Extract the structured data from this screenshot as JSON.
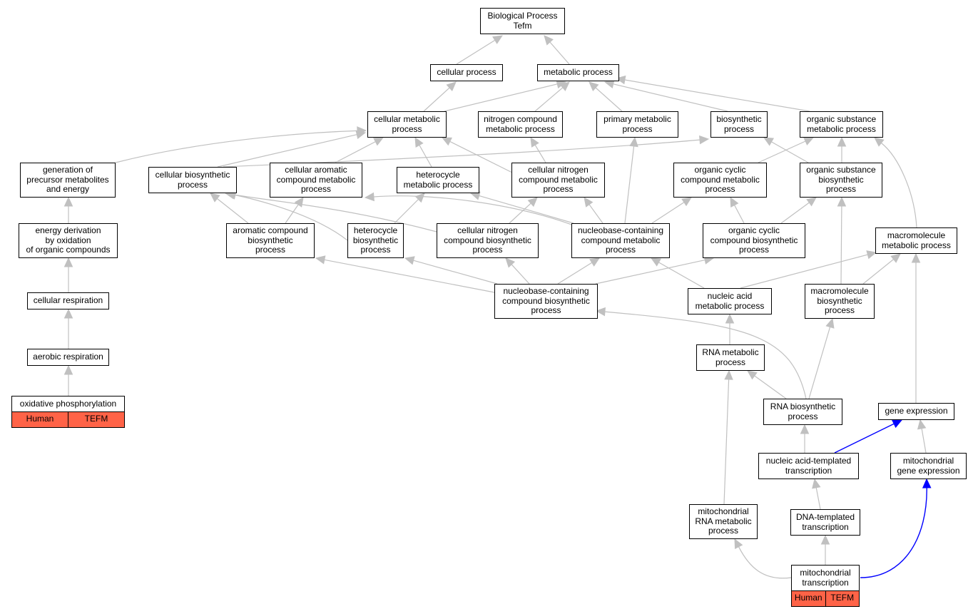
{
  "colors": {
    "edge": "#c0c0c0",
    "highlight_edge": "#0000ff",
    "tag_fill": "#ff6347",
    "node_border": "#000000"
  },
  "nodes": {
    "root": "Biological Process\nTefm",
    "cellular_process": "cellular process",
    "metabolic_process": "metabolic process",
    "cellular_metabolic_process": "cellular metabolic\nprocess",
    "nitrogen_compound_metabolic_process": "nitrogen compound\nmetabolic process",
    "primary_metabolic_process": "primary metabolic\nprocess",
    "biosynthetic_process": "biosynthetic\nprocess",
    "organic_substance_metabolic_process": "organic substance\nmetabolic process",
    "generation_of_precursor": "generation of\nprecursor metabolites\nand energy",
    "cellular_biosynthetic_process": "cellular biosynthetic\nprocess",
    "cellular_aromatic_compound_metabolic_process": "cellular aromatic\ncompound metabolic\nprocess",
    "heterocycle_metabolic_process": "heterocycle\nmetabolic process",
    "cellular_nitrogen_compound_metabolic_process": "cellular nitrogen\ncompound metabolic\nprocess",
    "organic_cyclic_compound_metabolic_process": "organic cyclic\ncompound metabolic\nprocess",
    "organic_substance_biosynthetic_process": "organic substance\nbiosynthetic\nprocess",
    "energy_derivation": "energy derivation\nby oxidation\nof organic compounds",
    "aromatic_compound_biosynthetic_process": "aromatic compound\nbiosynthetic\nprocess",
    "heterocycle_biosynthetic_process": "heterocycle\nbiosynthetic\nprocess",
    "cellular_nitrogen_compound_biosynthetic_process": "cellular nitrogen\ncompound biosynthetic\nprocess",
    "nucleobase_compound_metabolic_process": "nucleobase-containing\ncompound metabolic\nprocess",
    "organic_cyclic_compound_biosynthetic_process": "organic cyclic\ncompound biosynthetic\nprocess",
    "macromolecule_metabolic_process": "macromolecule\nmetabolic process",
    "cellular_respiration": "cellular respiration",
    "nucleobase_compound_biosynthetic_process": "nucleobase-containing\ncompound biosynthetic\nprocess",
    "nucleic_acid_metabolic_process": "nucleic acid\nmetabolic process",
    "macromolecule_biosynthetic_process": "macromolecule\nbiosynthetic\nprocess",
    "aerobic_respiration": "aerobic respiration",
    "rna_metabolic_process": "RNA metabolic\nprocess",
    "oxidative_phosphorylation": "oxidative phosphorylation",
    "rna_biosynthetic_process": "RNA biosynthetic\nprocess",
    "gene_expression": "gene expression",
    "nucleic_acid_templated_transcription": "nucleic acid-templated\ntranscription",
    "mitochondrial_gene_expression": "mitochondrial\ngene expression",
    "mitochondrial_rna_metabolic_process": "mitochondrial\nRNA metabolic\nprocess",
    "dna_templated_transcription": "DNA-templated\ntranscription",
    "mitochondrial_transcription": "mitochondrial\ntranscription"
  },
  "tags": {
    "oxidative_phosphorylation": [
      "Human",
      "TEFM"
    ],
    "mitochondrial_transcription": [
      "Human",
      "TEFM"
    ]
  }
}
